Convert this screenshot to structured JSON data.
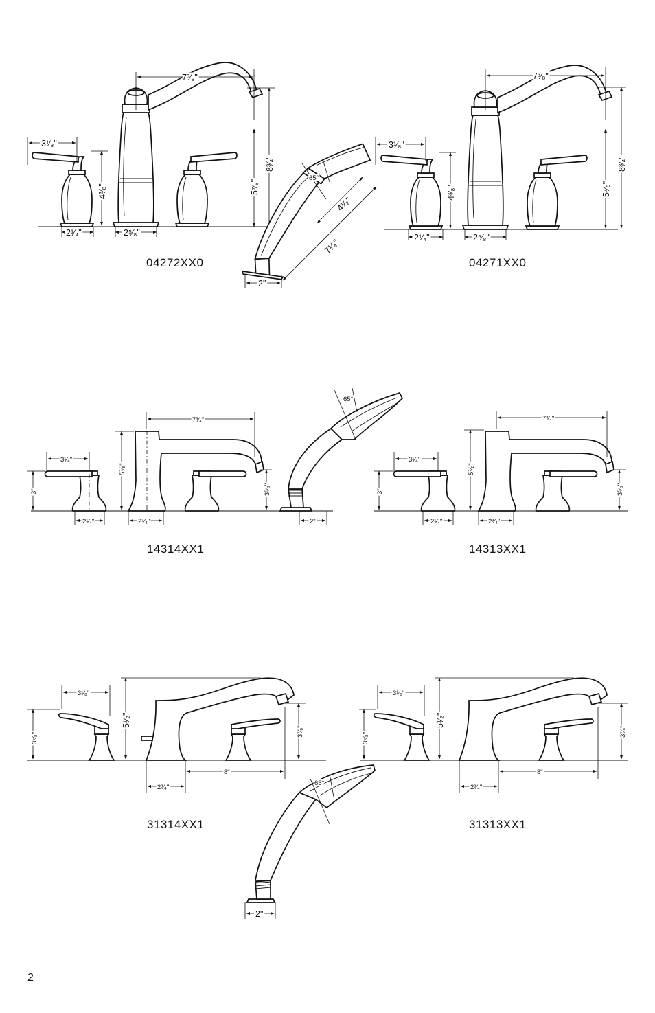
{
  "page_number": "2",
  "models": {
    "m1": "04272XX0",
    "m2": "04271XX0",
    "m3": "14314XX1",
    "m4": "14313XX1",
    "m5": "31314XX1",
    "m6": "31313XX1"
  },
  "row1": {
    "spout_reach": "7³⁄₈\"",
    "spout_height_total": "8³⁄₄\"",
    "spout_height_outlet": "5⁷⁄₈\"",
    "handle_reach": "3¹⁄₈\"",
    "handle_height": "4³⁄₈\"",
    "handle_base": "2¹⁄₄\"",
    "spout_base": "2⁵⁄₈\"",
    "shower_angle": "65°",
    "shower_head_len": "4¹⁄₂\"",
    "shower_total_len": "7¹⁄₄\"",
    "shower_base": "2\""
  },
  "row2": {
    "spout_reach": "7³⁄₄\"",
    "spout_height": "5⁷⁄₈\"",
    "outlet_height": "3⁵⁄₈\"",
    "handle_reach": "3¹⁄₄\"",
    "handle_height": "3\"",
    "handle_base": "2¹⁄₄\"",
    "spout_base": "2³⁄₄\"",
    "shower_angle": "65°",
    "shower_base": "2\""
  },
  "row3": {
    "handle_reach": "3¹⁄₈\"",
    "handle_height": "3⁵⁄₈\"",
    "spout_height": "5¹⁄₂\"",
    "outlet_height": "3⁷⁄₈\"",
    "spout_reach": "8\"",
    "spout_base": "2³⁄₄\"",
    "shower_angle": "65°",
    "shower_base": "2\""
  }
}
